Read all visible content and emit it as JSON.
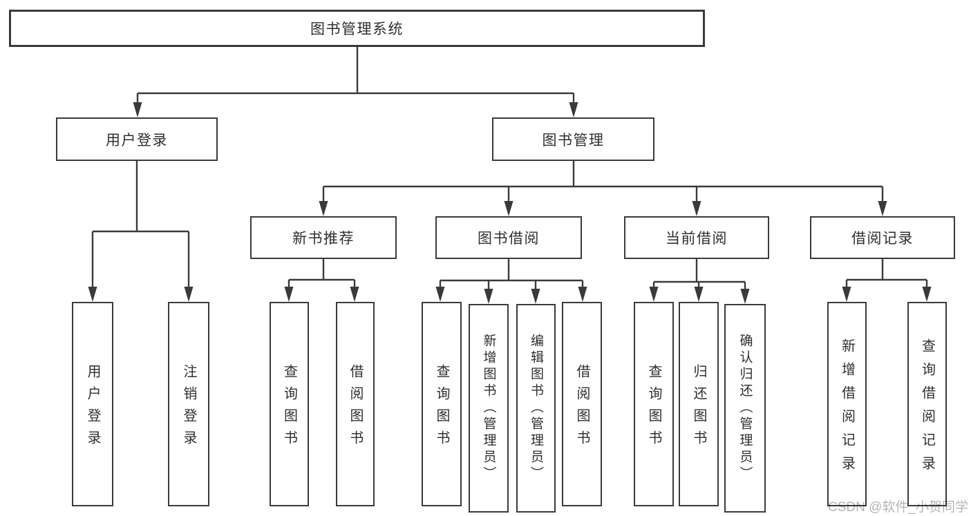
{
  "tree": {
    "label": "图书管理系统",
    "children": [
      {
        "label": "用户登录",
        "children": [
          {
            "label": "用户登录"
          },
          {
            "label": "注销登录"
          }
        ]
      },
      {
        "label": "图书管理",
        "children": [
          {
            "label": "新书推荐",
            "children": [
              {
                "label": "查询图书"
              },
              {
                "label": "借阅图书"
              }
            ]
          },
          {
            "label": "图书借阅",
            "children": [
              {
                "label": "查询图书"
              },
              {
                "label": "新增图书（管理员）"
              },
              {
                "label": "编辑图书（管理员）"
              },
              {
                "label": "借阅图书"
              }
            ]
          },
          {
            "label": "当前借阅",
            "children": [
              {
                "label": "查询图书"
              },
              {
                "label": "归还图书"
              },
              {
                "label": "确认归还（管理员）"
              }
            ]
          },
          {
            "label": "借阅记录",
            "children": [
              {
                "label": "新增借阅记录"
              },
              {
                "label": "查询借阅记录"
              }
            ]
          }
        ]
      }
    ]
  },
  "watermark": "CSDN @软件_小贺同学",
  "colors": {
    "line": "#3a3a3a",
    "box_border": "#3a3a3a",
    "box_fill": "#ffffff",
    "text": "#2f2f2f",
    "watermark": "#b5b5b5",
    "background": "#ffffff"
  }
}
